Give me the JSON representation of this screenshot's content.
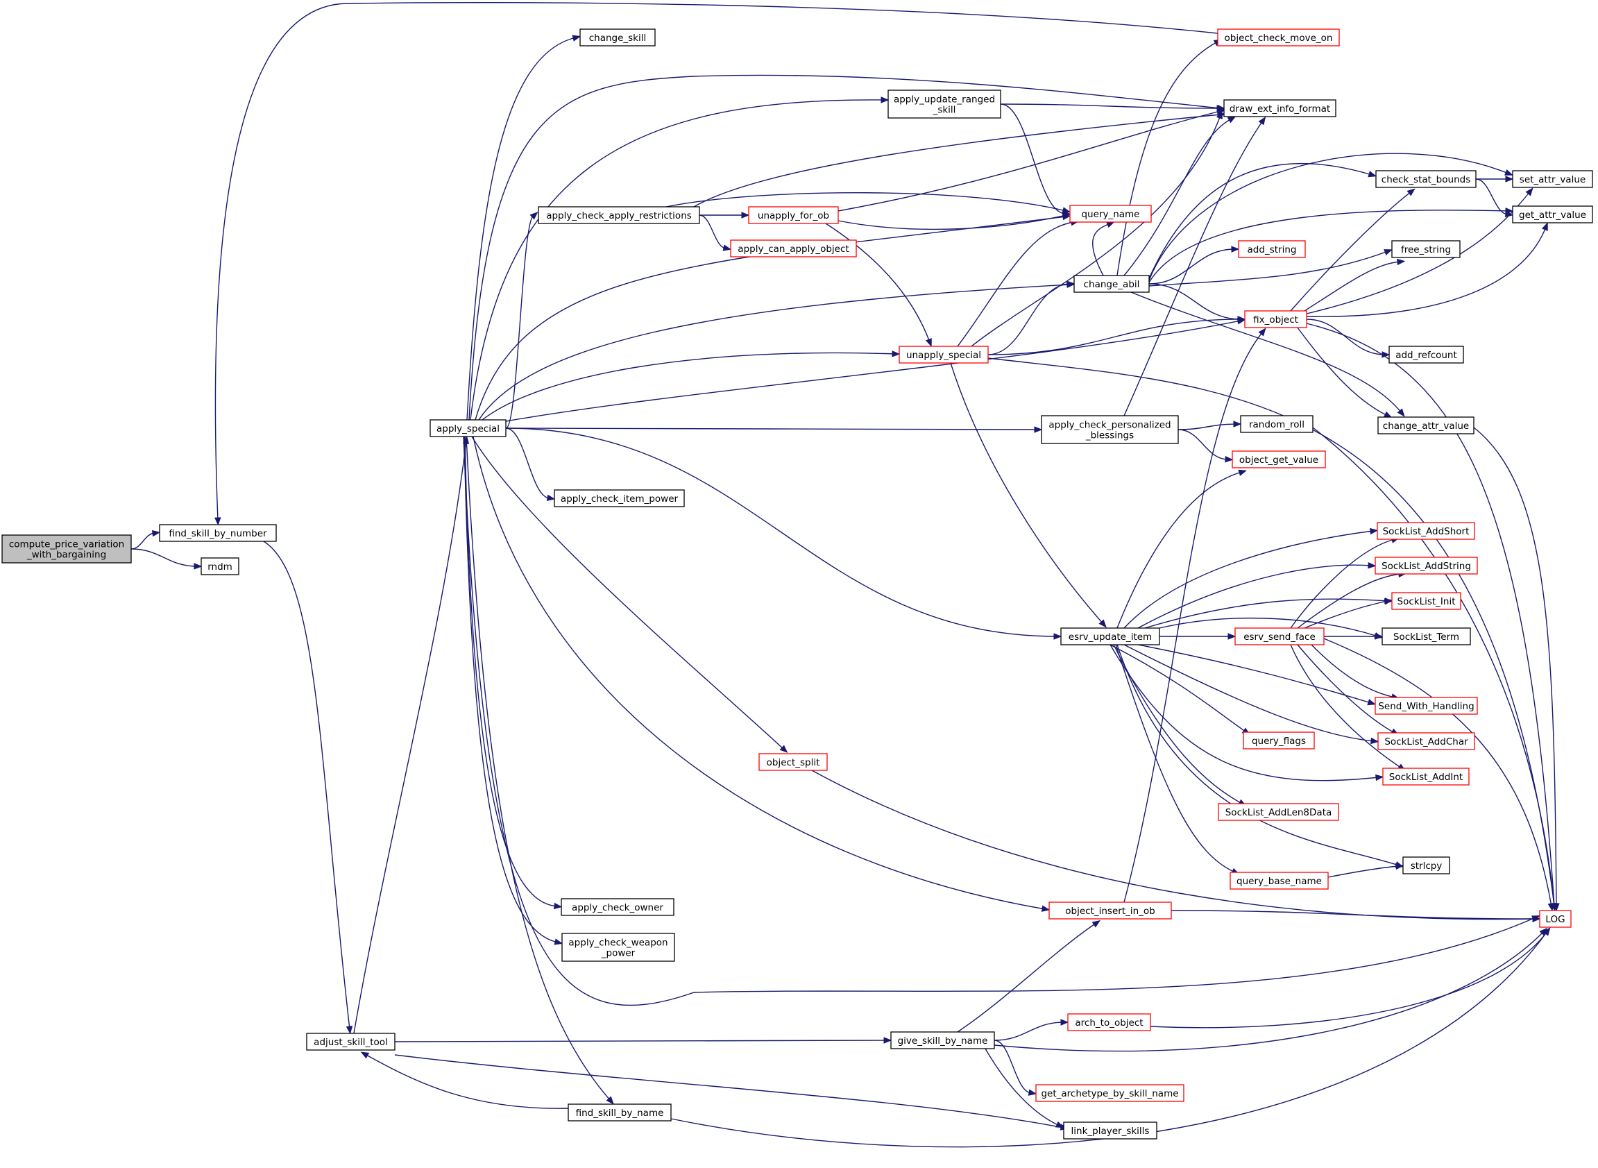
{
  "colors": {
    "edge": "#191970",
    "normal_border": "#000000",
    "truncated_border": "#ff0000",
    "root_fill": "#bfbfbf",
    "node_fill": "#ffffff"
  },
  "nodes": [
    {
      "id": "compute_price",
      "lines": [
        "compute_price_variation",
        "_with_bargaining"
      ],
      "kind": "root"
    },
    {
      "id": "find_skill_by_number",
      "lines": [
        "find_skill_by_number"
      ],
      "kind": "normal"
    },
    {
      "id": "rndm",
      "lines": [
        "rndm"
      ],
      "kind": "normal"
    },
    {
      "id": "adjust_skill_tool",
      "lines": [
        "adjust_skill_tool"
      ],
      "kind": "normal"
    },
    {
      "id": "apply_special",
      "lines": [
        "apply_special"
      ],
      "kind": "normal"
    },
    {
      "id": "change_skill",
      "lines": [
        "change_skill"
      ],
      "kind": "normal"
    },
    {
      "id": "apply_check_apply_restrictions",
      "lines": [
        "apply_check_apply_restrictions"
      ],
      "kind": "normal"
    },
    {
      "id": "apply_check_item_power",
      "lines": [
        "apply_check_item_power"
      ],
      "kind": "normal"
    },
    {
      "id": "apply_check_owner",
      "lines": [
        "apply_check_owner"
      ],
      "kind": "normal"
    },
    {
      "id": "apply_check_weapon_power",
      "lines": [
        "apply_check_weapon",
        "_power"
      ],
      "kind": "normal"
    },
    {
      "id": "find_skill_by_name",
      "lines": [
        "find_skill_by_name"
      ],
      "kind": "normal"
    },
    {
      "id": "unapply_for_ob",
      "lines": [
        "unapply_for_ob"
      ],
      "kind": "truncated"
    },
    {
      "id": "apply_can_apply_object",
      "lines": [
        "apply_can_apply_object"
      ],
      "kind": "truncated"
    },
    {
      "id": "object_split",
      "lines": [
        "object_split"
      ],
      "kind": "truncated"
    },
    {
      "id": "apply_update_ranged_skill",
      "lines": [
        "apply_update_ranged",
        "_skill"
      ],
      "kind": "normal"
    },
    {
      "id": "unapply_special",
      "lines": [
        "unapply_special"
      ],
      "kind": "truncated"
    },
    {
      "id": "give_skill_by_name",
      "lines": [
        "give_skill_by_name"
      ],
      "kind": "normal"
    },
    {
      "id": "change_abil",
      "lines": [
        "change_abil"
      ],
      "kind": "normal"
    },
    {
      "id": "apply_check_personalized_blessings",
      "lines": [
        "apply_check_personalized",
        "_blessings"
      ],
      "kind": "normal"
    },
    {
      "id": "esrv_update_item",
      "lines": [
        "esrv_update_item"
      ],
      "kind": "normal"
    },
    {
      "id": "object_insert_in_ob",
      "lines": [
        "object_insert_in_ob"
      ],
      "kind": "truncated"
    },
    {
      "id": "link_player_skills",
      "lines": [
        "link_player_skills"
      ],
      "kind": "normal"
    },
    {
      "id": "object_check_move_on",
      "lines": [
        "object_check_move_on"
      ],
      "kind": "truncated"
    },
    {
      "id": "draw_ext_info_format",
      "lines": [
        "draw_ext_info_format"
      ],
      "kind": "normal"
    },
    {
      "id": "query_name",
      "lines": [
        "query_name"
      ],
      "kind": "truncated"
    },
    {
      "id": "add_string",
      "lines": [
        "add_string"
      ],
      "kind": "truncated"
    },
    {
      "id": "fix_object",
      "lines": [
        "fix_object"
      ],
      "kind": "truncated"
    },
    {
      "id": "random_roll",
      "lines": [
        "random_roll"
      ],
      "kind": "normal"
    },
    {
      "id": "object_get_value",
      "lines": [
        "object_get_value"
      ],
      "kind": "truncated"
    },
    {
      "id": "esrv_send_face",
      "lines": [
        "esrv_send_face"
      ],
      "kind": "truncated"
    },
    {
      "id": "query_flags",
      "lines": [
        "query_flags"
      ],
      "kind": "truncated"
    },
    {
      "id": "SockList_AddLen8Data",
      "lines": [
        "SockList_AddLen8Data"
      ],
      "kind": "truncated"
    },
    {
      "id": "query_base_name",
      "lines": [
        "query_base_name"
      ],
      "kind": "truncated"
    },
    {
      "id": "arch_to_object",
      "lines": [
        "arch_to_object"
      ],
      "kind": "truncated"
    },
    {
      "id": "get_archetype_by_skill_name",
      "lines": [
        "get_archetype_by_skill_name"
      ],
      "kind": "truncated"
    },
    {
      "id": "check_stat_bounds",
      "lines": [
        "check_stat_bounds"
      ],
      "kind": "normal"
    },
    {
      "id": "free_string",
      "lines": [
        "free_string"
      ],
      "kind": "normal"
    },
    {
      "id": "add_refcount",
      "lines": [
        "add_refcount"
      ],
      "kind": "normal"
    },
    {
      "id": "change_attr_value",
      "lines": [
        "change_attr_value"
      ],
      "kind": "normal"
    },
    {
      "id": "SockList_AddShort",
      "lines": [
        "SockList_AddShort"
      ],
      "kind": "truncated"
    },
    {
      "id": "SockList_AddString",
      "lines": [
        "SockList_AddString"
      ],
      "kind": "truncated"
    },
    {
      "id": "SockList_Init",
      "lines": [
        "SockList_Init"
      ],
      "kind": "truncated"
    },
    {
      "id": "SockList_Term",
      "lines": [
        "SockList_Term"
      ],
      "kind": "normal"
    },
    {
      "id": "Send_With_Handling",
      "lines": [
        "Send_With_Handling"
      ],
      "kind": "truncated"
    },
    {
      "id": "SockList_AddChar",
      "lines": [
        "SockList_AddChar"
      ],
      "kind": "truncated"
    },
    {
      "id": "SockList_AddInt",
      "lines": [
        "SockList_AddInt"
      ],
      "kind": "truncated"
    },
    {
      "id": "strlcpy",
      "lines": [
        "strlcpy"
      ],
      "kind": "normal"
    },
    {
      "id": "set_attr_value",
      "lines": [
        "set_attr_value"
      ],
      "kind": "normal"
    },
    {
      "id": "get_attr_value",
      "lines": [
        "get_attr_value"
      ],
      "kind": "normal"
    },
    {
      "id": "LOG",
      "lines": [
        "LOG"
      ],
      "kind": "truncated"
    }
  ],
  "edges": [
    [
      "compute_price",
      "find_skill_by_number"
    ],
    [
      "compute_price",
      "rndm"
    ],
    [
      "find_skill_by_number",
      "adjust_skill_tool"
    ],
    [
      "object_check_move_on",
      "find_skill_by_number"
    ],
    [
      "adjust_skill_tool",
      "apply_special"
    ],
    [
      "adjust_skill_tool",
      "give_skill_by_name"
    ],
    [
      "adjust_skill_tool",
      "link_player_skills"
    ],
    [
      "find_skill_by_name",
      "adjust_skill_tool"
    ],
    [
      "apply_special",
      "change_skill"
    ],
    [
      "apply_special",
      "draw_ext_info_format"
    ],
    [
      "apply_special",
      "apply_update_ranged_skill"
    ],
    [
      "apply_special",
      "apply_check_apply_restrictions"
    ],
    [
      "apply_special",
      "query_name"
    ],
    [
      "apply_special",
      "change_abil"
    ],
    [
      "apply_special",
      "unapply_special"
    ],
    [
      "apply_special",
      "fix_object"
    ],
    [
      "apply_special",
      "apply_check_personalized_blessings"
    ],
    [
      "apply_special",
      "apply_check_item_power"
    ],
    [
      "apply_special",
      "esrv_update_item"
    ],
    [
      "apply_special",
      "object_split"
    ],
    [
      "apply_special",
      "object_insert_in_ob"
    ],
    [
      "apply_special",
      "apply_check_owner"
    ],
    [
      "apply_special",
      "apply_check_weapon_power"
    ],
    [
      "apply_special",
      "LOG"
    ],
    [
      "apply_special",
      "find_skill_by_name"
    ],
    [
      "apply_update_ranged_skill",
      "draw_ext_info_format"
    ],
    [
      "apply_update_ranged_skill",
      "query_name"
    ],
    [
      "apply_check_apply_restrictions",
      "draw_ext_info_format"
    ],
    [
      "apply_check_apply_restrictions",
      "query_name"
    ],
    [
      "apply_check_apply_restrictions",
      "unapply_for_ob"
    ],
    [
      "apply_check_apply_restrictions",
      "apply_can_apply_object"
    ],
    [
      "unapply_for_ob",
      "draw_ext_info_format"
    ],
    [
      "unapply_for_ob",
      "query_name"
    ],
    [
      "unapply_for_ob",
      "unapply_special"
    ],
    [
      "unapply_special",
      "query_name"
    ],
    [
      "unapply_special",
      "draw_ext_info_format"
    ],
    [
      "unapply_special",
      "change_abil"
    ],
    [
      "unapply_special",
      "fix_object"
    ],
    [
      "unapply_special",
      "esrv_update_item"
    ],
    [
      "unapply_special",
      "LOG"
    ],
    [
      "change_abil",
      "object_check_move_on"
    ],
    [
      "change_abil",
      "draw_ext_info_format"
    ],
    [
      "change_abil",
      "query_name"
    ],
    [
      "change_abil",
      "check_stat_bounds"
    ],
    [
      "change_abil",
      "set_attr_value"
    ],
    [
      "change_abil",
      "get_attr_value"
    ],
    [
      "change_abil",
      "add_string"
    ],
    [
      "change_abil",
      "free_string"
    ],
    [
      "change_abil",
      "fix_object"
    ],
    [
      "change_abil",
      "change_attr_value"
    ],
    [
      "check_stat_bounds",
      "set_attr_value"
    ],
    [
      "check_stat_bounds",
      "get_attr_value"
    ],
    [
      "fix_object",
      "check_stat_bounds"
    ],
    [
      "fix_object",
      "set_attr_value"
    ],
    [
      "fix_object",
      "get_attr_value"
    ],
    [
      "fix_object",
      "free_string"
    ],
    [
      "fix_object",
      "add_refcount"
    ],
    [
      "fix_object",
      "change_attr_value"
    ],
    [
      "fix_object",
      "LOG"
    ],
    [
      "change_attr_value",
      "LOG"
    ],
    [
      "apply_check_personalized_blessings",
      "draw_ext_info_format"
    ],
    [
      "apply_check_personalized_blessings",
      "random_roll"
    ],
    [
      "apply_check_personalized_blessings",
      "object_get_value"
    ],
    [
      "random_roll",
      "LOG"
    ],
    [
      "esrv_update_item",
      "object_get_value"
    ],
    [
      "esrv_update_item",
      "SockList_AddShort"
    ],
    [
      "esrv_update_item",
      "SockList_AddString"
    ],
    [
      "esrv_update_item",
      "SockList_Init"
    ],
    [
      "esrv_update_item",
      "SockList_Term"
    ],
    [
      "esrv_update_item",
      "esrv_send_face"
    ],
    [
      "esrv_update_item",
      "Send_With_Handling"
    ],
    [
      "esrv_update_item",
      "SockList_AddChar"
    ],
    [
      "esrv_update_item",
      "query_flags"
    ],
    [
      "esrv_update_item",
      "SockList_AddInt"
    ],
    [
      "esrv_update_item",
      "SockList_AddLen8Data"
    ],
    [
      "esrv_update_item",
      "query_base_name"
    ],
    [
      "esrv_update_item",
      "strlcpy"
    ],
    [
      "esrv_send_face",
      "SockList_AddShort"
    ],
    [
      "esrv_send_face",
      "SockList_AddString"
    ],
    [
      "esrv_send_face",
      "SockList_Init"
    ],
    [
      "esrv_send_face",
      "SockList_Term"
    ],
    [
      "esrv_send_face",
      "Send_With_Handling"
    ],
    [
      "esrv_send_face",
      "SockList_AddChar"
    ],
    [
      "esrv_send_face",
      "SockList_AddInt"
    ],
    [
      "esrv_send_face",
      "LOG"
    ],
    [
      "query_base_name",
      "strlcpy"
    ],
    [
      "object_split",
      "LOG"
    ],
    [
      "object_insert_in_ob",
      "fix_object"
    ],
    [
      "object_insert_in_ob",
      "LOG"
    ],
    [
      "give_skill_by_name",
      "object_insert_in_ob"
    ],
    [
      "give_skill_by_name",
      "arch_to_object"
    ],
    [
      "give_skill_by_name",
      "LOG"
    ],
    [
      "give_skill_by_name",
      "get_archetype_by_skill_name"
    ],
    [
      "give_skill_by_name",
      "link_player_skills"
    ],
    [
      "arch_to_object",
      "LOG"
    ],
    [
      "find_skill_by_name",
      "LOG"
    ]
  ]
}
